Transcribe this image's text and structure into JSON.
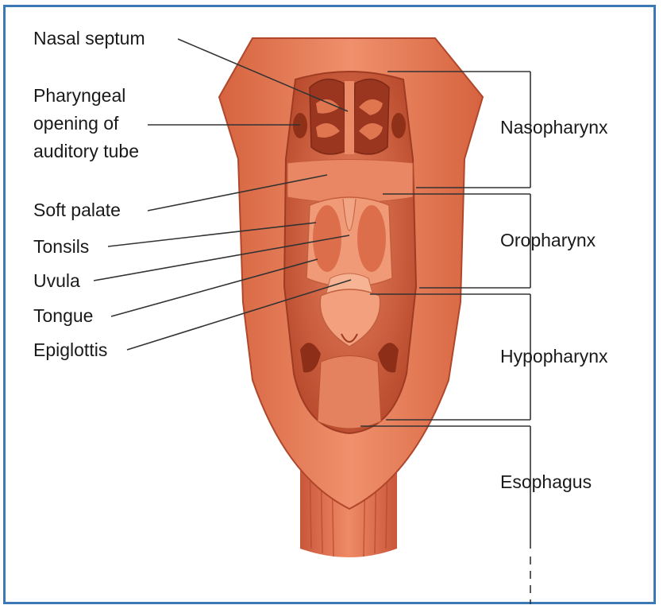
{
  "labels_left": {
    "nasal_septum": "Nasal septum",
    "pharyngeal_1": "Pharyngeal",
    "pharyngeal_2": "opening of",
    "pharyngeal_3": "auditory tube",
    "soft_palate": "Soft palate",
    "tonsils": "Tonsils",
    "uvula": "Uvula",
    "tongue": "Tongue",
    "epiglottis": "Epiglottis"
  },
  "labels_right": {
    "nasopharynx": "Nasopharynx",
    "oropharynx": "Oropharynx",
    "hypopharynx": "Hypopharynx",
    "esophagus": "Esophagus"
  },
  "colors": {
    "frame": "#3a79b6",
    "tissue": "#e06e4c",
    "tissue_dark": "#b84a2e",
    "tissue_light": "#f29a78",
    "leader": "#333333"
  }
}
